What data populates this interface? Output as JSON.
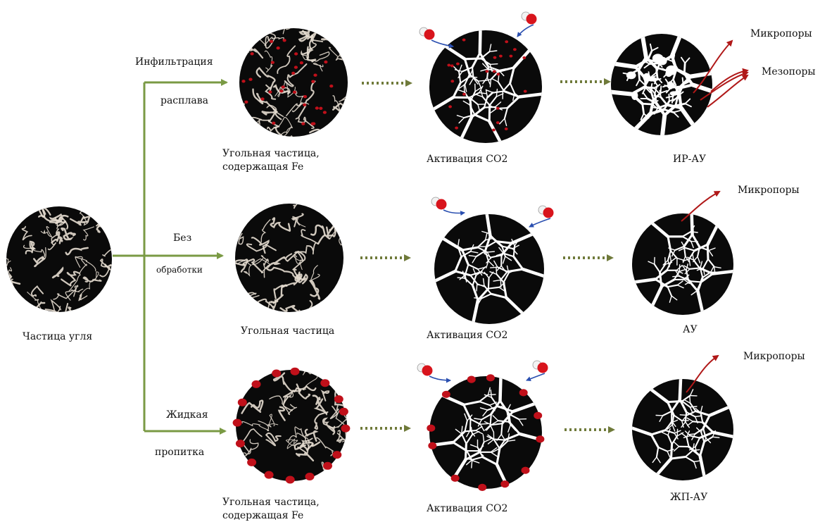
{
  "labels": {
    "infiltration_1": "Инфильтрация",
    "infiltration_2": "расплава",
    "none_1": "Без",
    "none_2": "обработки",
    "liquid_1": "Жидкая",
    "liquid_2": "пропитка",
    "raw_particle": "Частица угля",
    "fe_particle_1_top": "Угольная частица,",
    "fe_particle_1_bottom": "содержащая Fe",
    "plain_particle": "Угольная частица",
    "fe_particle_2_top": "Угольная частица,",
    "fe_particle_2_bottom": "содержащая Fe",
    "activation_1": "Активация СО2",
    "activation_2": "Активация СО2",
    "activation_3": "Активация СО2",
    "product_1": "ИР-АУ",
    "product_2": "АУ",
    "product_3": "ЖП-АУ",
    "micropores_1": "Микропоры",
    "mesopores_1": "Мезопоры",
    "micropores_2": "Микропоры",
    "micropores_3": "Микропоры"
  },
  "colors": {
    "branch_line": "#7a9a44",
    "dotted_arrow": "#6f7a3a",
    "particle_fill": "#0a0a0a",
    "vein": "#e6ddd0",
    "iron_dot": "#c0101a",
    "pore_arrow": "#b01818",
    "molecule_oxygen": "#d8141c",
    "molecule_hydrogen": "#f2f2f2",
    "blue_arrow": "#2a4fb0"
  }
}
